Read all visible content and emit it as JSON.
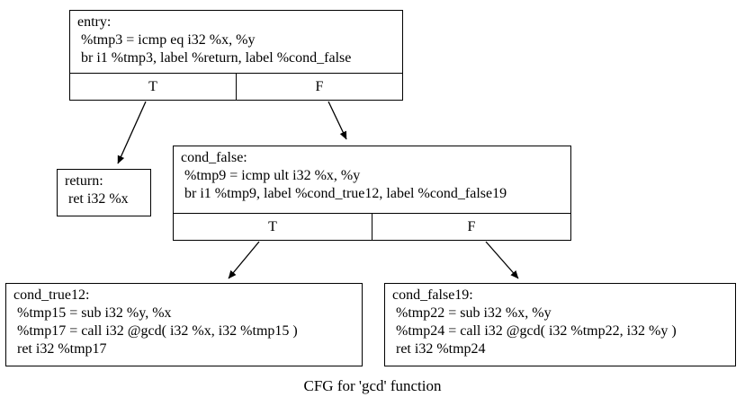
{
  "diagram": {
    "caption": "CFG for 'gcd' function"
  },
  "colors": {
    "node_background": "#ffffff",
    "border": "#000000",
    "text": "#000000"
  },
  "nodes": {
    "entry": {
      "title": "entry:",
      "lines": [
        " %tmp3 = icmp eq i32 %x, %y",
        " br i1 %tmp3, label %return, label %cond_false"
      ],
      "true_label": "T",
      "false_label": "F"
    },
    "return": {
      "title": "return:",
      "lines": [
        " ret i32 %x"
      ]
    },
    "cond_false": {
      "title": "cond_false:",
      "lines": [
        " %tmp9 = icmp ult i32 %x, %y",
        " br i1 %tmp9, label %cond_true12, label %cond_false19"
      ],
      "true_label": "T",
      "false_label": "F"
    },
    "cond_true12": {
      "title": "cond_true12:",
      "lines": [
        " %tmp15 = sub i32 %y, %x",
        " %tmp17 = call i32 @gcd( i32 %x, i32 %tmp15 )",
        " ret i32 %tmp17"
      ]
    },
    "cond_false19": {
      "title": "cond_false19:",
      "lines": [
        " %tmp22 = sub i32 %x, %y",
        " %tmp24 = call i32 @gcd( i32 %tmp22, i32 %y )",
        " ret i32 %tmp24"
      ]
    }
  }
}
